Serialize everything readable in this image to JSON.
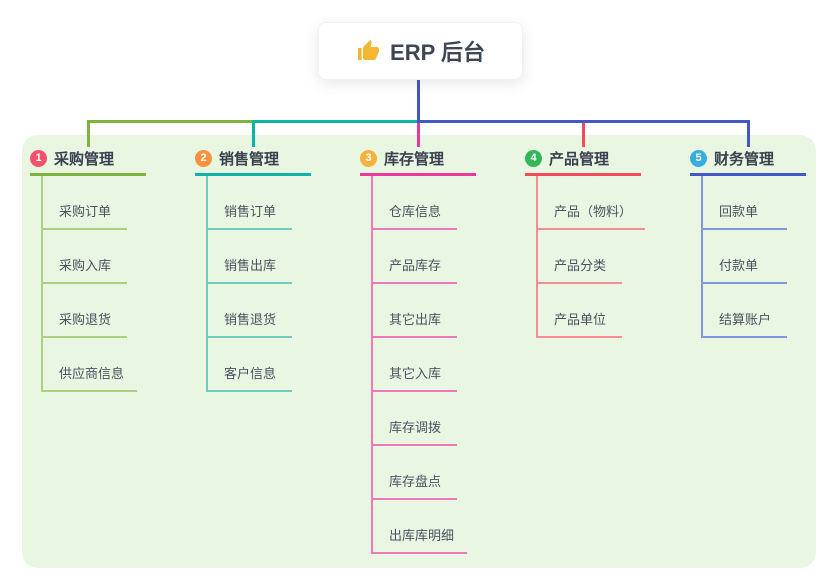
{
  "root": {
    "label": "ERP 后台",
    "icon": "thumbs-up"
  },
  "branches": [
    {
      "index": "1",
      "title": "采购管理",
      "color": "#7cb43e",
      "light_color": "#a9d37d",
      "badge_color": "#f1536e",
      "items": [
        "采购订单",
        "采购入库",
        "采购退货",
        "供应商信息"
      ]
    },
    {
      "index": "2",
      "title": "销售管理",
      "color": "#0fb3a5",
      "light_color": "#6fcac1",
      "badge_color": "#f7913f",
      "items": [
        "销售订单",
        "销售出库",
        "销售退货",
        "客户信息"
      ]
    },
    {
      "index": "3",
      "title": "库存管理",
      "color": "#e8399a",
      "light_color": "#ef77bb",
      "badge_color": "#f6b23a",
      "items": [
        "仓库信息",
        "产品库存",
        "其它出库",
        "其它入库",
        "库存调拨",
        "库存盘点",
        "出库库明细"
      ]
    },
    {
      "index": "4",
      "title": "产品管理",
      "color": "#f3495b",
      "light_color": "#f78d94",
      "badge_color": "#31b757",
      "items": [
        "产品（物料）",
        "产品分类",
        "产品单位"
      ]
    },
    {
      "index": "5",
      "title": "财务管理",
      "color": "#4157c5",
      "light_color": "#7d97da",
      "badge_color": "#38ade0",
      "items": [
        "回款单",
        "付款单",
        "结算账户"
      ]
    }
  ],
  "colors": {
    "canvas_bg": "#ffffff",
    "panel_bg": "#e9f6e2",
    "root_line": "#4355c4",
    "icon_color": "#f5b731",
    "header_text": "#39414f",
    "item_text": "#4a5260"
  }
}
